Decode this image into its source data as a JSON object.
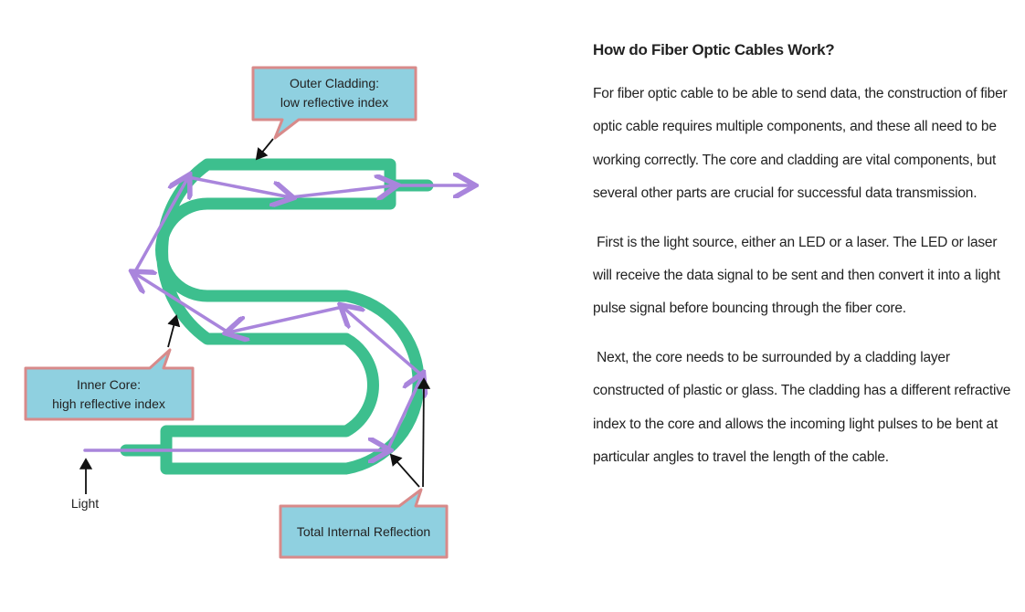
{
  "diagram": {
    "callouts": {
      "outer_cladding": {
        "line1": "Outer Cladding:",
        "line2": "low reflective index"
      },
      "inner_core": {
        "line1": "Inner Core:",
        "line2": "high reflective index"
      },
      "tir": {
        "line1": "Total Internal Reflection"
      }
    },
    "light_label": "Light",
    "colors": {
      "fiber": "#3dbf8e",
      "ray": "#a985dc",
      "callout_fill": "#8fd0e0",
      "callout_border": "#d88a8a"
    }
  },
  "article": {
    "title": "How do Fiber Optic Cables Work?",
    "paragraphs": [
      "For fiber optic cable to be able to send data, the construction of fiber optic cable requires multiple components, and these all need to be working correctly. The core and cladding are vital components, but several other parts are crucial for successful data transmission.",
      " First is the light source, either an LED or a laser. The LED or laser will receive the data signal to be sent and then convert it into a light pulse signal before bouncing through the fiber core.",
      " Next, the core needs to be surrounded by a cladding layer constructed of plastic or glass. The cladding has a different refractive index to the core and allows the incoming light pulses to be bent at particular angles to travel the length of the cable."
    ]
  }
}
